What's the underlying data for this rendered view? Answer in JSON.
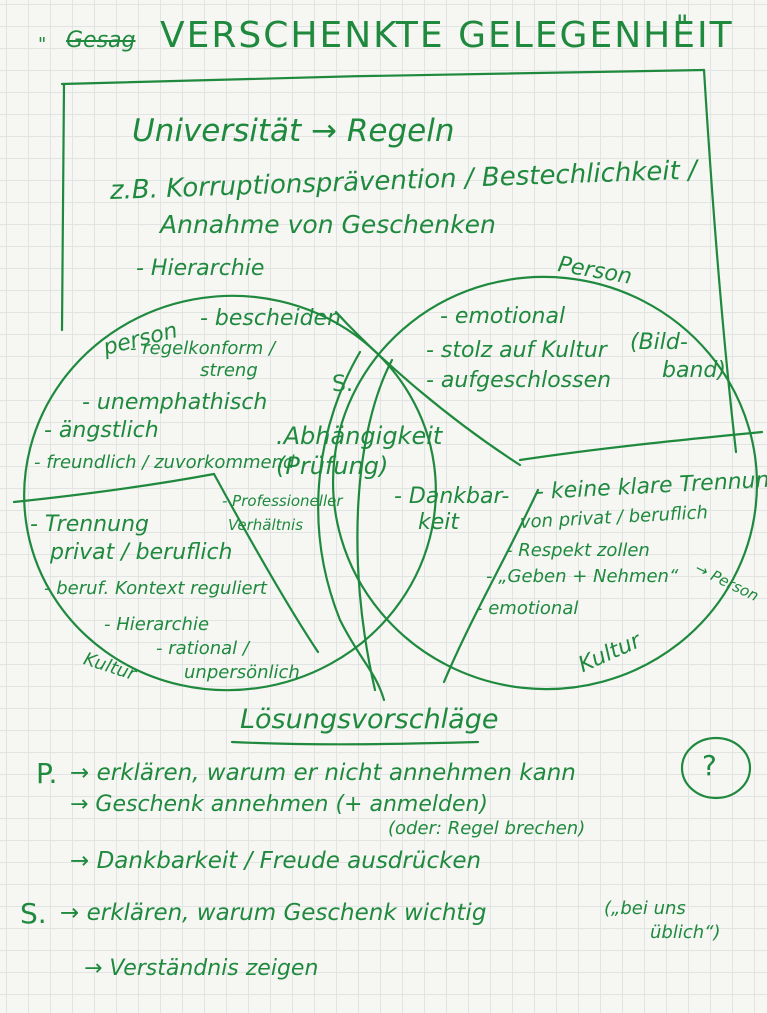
{
  "title": {
    "quote_open": "\"",
    "scribble": "Gesag",
    "text": "VERSCHENKTE GELEGENHEIT",
    "quote_close": "\""
  },
  "box": {
    "line1": "Universität → Regeln",
    "line2": "z.B. Korruptionsprävention / Bestechlichkeit /",
    "line3": "Annahme von Geschenken",
    "line4": "- Hierarchie"
  },
  "left_circle": {
    "label": "person",
    "items": [
      "- bescheiden",
      "- regelkonform /",
      "streng",
      "- unemphathisch",
      "- ängstlich",
      "- freundlich / zuvorkommend"
    ]
  },
  "right_circle": {
    "label": "Person",
    "items": [
      "- emotional",
      "- stolz auf Kultur (Bildband)",
      "- aufgeschlossen"
    ],
    "bildband_a": "(Bild-",
    "bildband_b": "band)"
  },
  "center": {
    "s_label": "S.",
    "dependency": ".Abhängigkeit",
    "exam": "(Prüfung)",
    "professional_a": "- Professioneller",
    "professional_b": "Verhältnis",
    "gratitude_a": "- Dankbar-",
    "gratitude_b": "keit"
  },
  "left_culture": {
    "label": "Kultur",
    "items": [
      "- Trennung",
      "privat / beruflich",
      "- beruf. Kontext reguliert",
      "- Hierarchie",
      "- rational /",
      "unpersönlich"
    ]
  },
  "right_culture": {
    "label": "Kultur",
    "items": [
      "- keine klare Trennung",
      "von privat / beruflich",
      "- Respekt zollen",
      "- „Geben + Nehmen“",
      "- emotional"
    ],
    "arrow_person": "→ Person"
  },
  "solutions": {
    "heading": "Lösungsvorschläge",
    "p_label": "P.",
    "p1": "→ erklären, warum er nicht annehmen kann",
    "question": "(?)",
    "p2": "→ Geschenk annehmen (+ anmelden)",
    "p2b": "(oder: Regel brechen)",
    "p3": "→ Dankbarkeit / Freude ausdrücken",
    "s_label": "S.",
    "s1": "→ erklären, warum Geschenk wichtig",
    "s1b": "(„bei uns",
    "s1c": "üblich“)",
    "s2": "→ Verständnis zeigen"
  },
  "ink_color": "#1f8a3e"
}
